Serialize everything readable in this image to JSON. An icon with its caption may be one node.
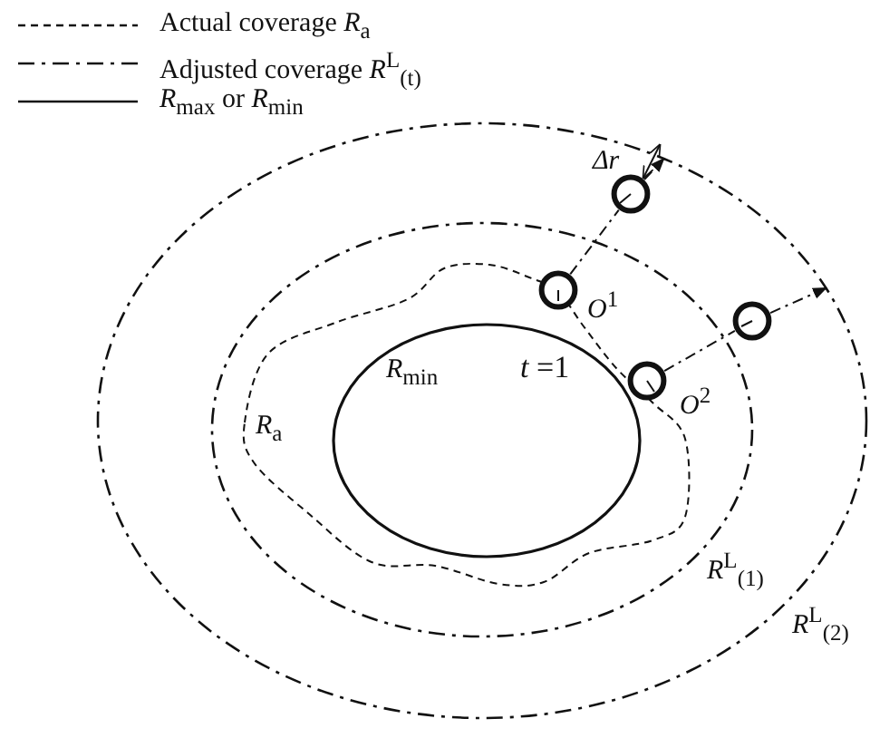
{
  "diagram": {
    "nodes": [
      {
        "text": [
          "*R*$^{L}$$_{(2)}$"
        ]
      },
      {
        "text": [
          "*R*$^{L}$$_{(1)}$"
        ],
        "in": 0
      },
      {
        "text": [
          "*R*$_{a}$"
        ],
        "in": 1
      },
      {
        "text": [
          "*R*$_{min}$"
        ],
        "in": 2
      },
      {
        "text": [],
        "shape": "circle",
        "in": 0
      },
      {
        "text": [],
        "shape": "circle",
        "beside": [
          "*O*$^{1}$"
        ],
        "in": 1
      },
      {
        "text": [],
        "shape": "circle",
        "in": 0
      },
      {
        "text": [],
        "shape": "circle",
        "beside": [
          "*O*$^{2}$"
        ],
        "in": 1
      }
    ],
    "edges": [
      {
        "from": 5,
        "to": 4,
        "arrow": "none",
        "style": "dashed"
      },
      {
        "from": 4,
        "to": 0,
        "arrow": "to",
        "style": "dashed"
      },
      {
        "from": 7,
        "to": 6,
        "arrow": "none",
        "style": "dashed"
      },
      {
        "from": 6,
        "to": 0,
        "arrow": "to",
        "style": "dashed"
      }
    ],
    "labels": [
      "Δr",
      "*t* =1"
    ],
    "legend": [
      {
        "text": "Actual coverage *R*$_{a}$"
      },
      {
        "text": "Adjusted coverage *R*$^{L}$$_{(t)}$"
      },
      {
        "text": "*R*$_{max}$ or *R*$_{min}$"
      }
    ]
  }
}
